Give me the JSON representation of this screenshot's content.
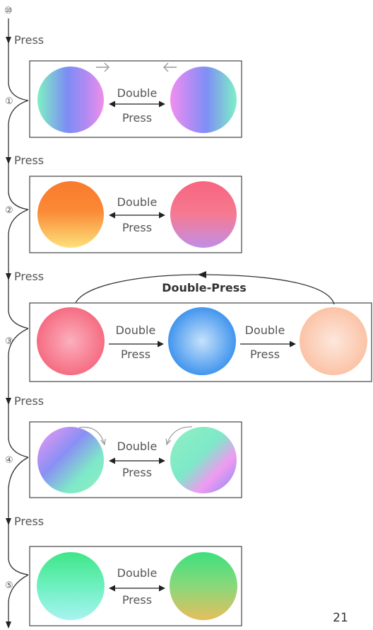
{
  "start_marker": "⑩",
  "press_label": "Press",
  "double_label": "Double",
  "double_press_label": "Double-Press",
  "page_number": "21",
  "stages": [
    {
      "marker": "①"
    },
    {
      "marker": "②"
    },
    {
      "marker": "③"
    },
    {
      "marker": "④"
    },
    {
      "marker": "⑤"
    }
  ]
}
